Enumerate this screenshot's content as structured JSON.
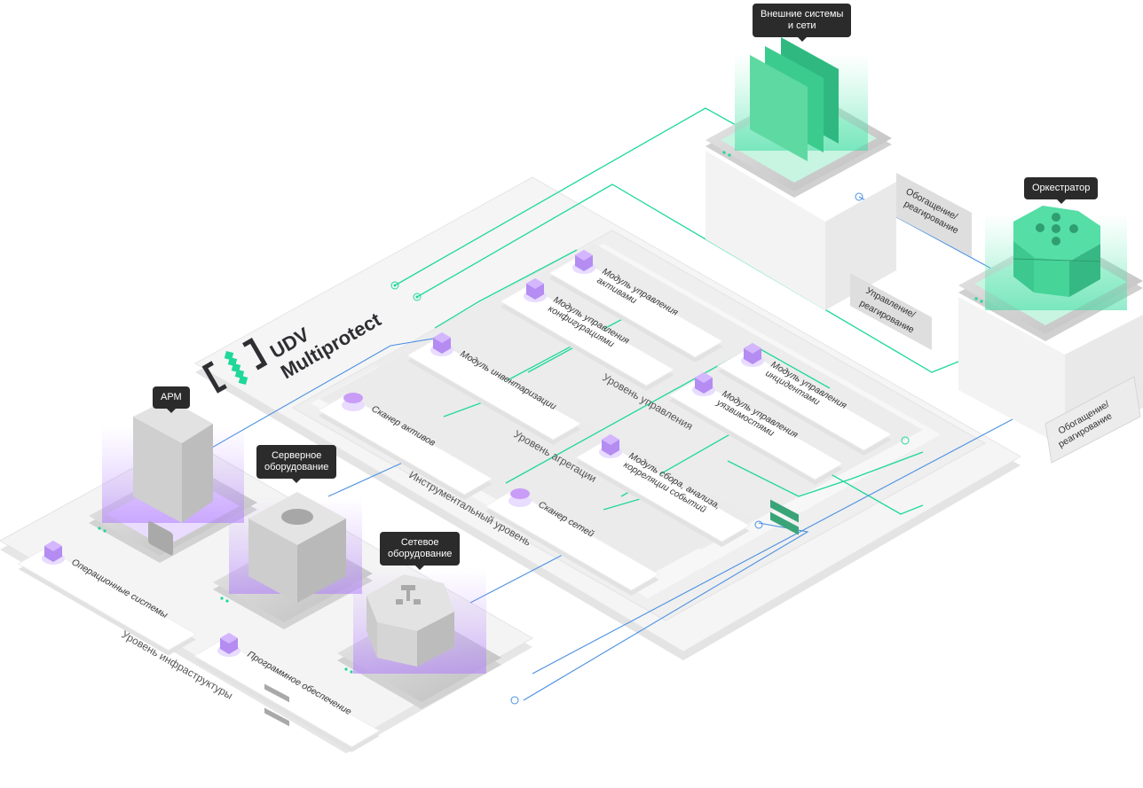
{
  "brand": {
    "line1": "UDV",
    "line2": "Multiprotect",
    "accent_color": "#1fd89a"
  },
  "colors": {
    "green_link": "#1fd89a",
    "blue_link": "#4a90e2",
    "module_icon": "#b48cf2",
    "tooltip_bg": "#2b2b2b",
    "platform": "#f2f2f2",
    "card": "#ffffff",
    "badge": "#e3e3e3"
  },
  "tooltips": {
    "external": "Внешние системы\nи сети",
    "orchestrator": "Оркестратор",
    "workstation": "АРМ",
    "server": "Серверное\nоборудование",
    "network": "Сетевое\nоборудование"
  },
  "badges": {
    "enrich_top": "Обогащение/\nреагирование",
    "manage": "Управление/\nреагирование",
    "enrich_right": "Обогащение/\nреагирование"
  },
  "levels": {
    "management": "Уровень управления",
    "aggregation": "Уровень агрегации",
    "instrumental": "Инструментальный уровень",
    "infrastructure": "Уровень инфраструктуры"
  },
  "modules": {
    "assets": [
      "Модуль управления",
      "активами"
    ],
    "configs": [
      "Модуль управления",
      "конфигурациями"
    ],
    "incidents": [
      "Модуль управления",
      "инцидентами"
    ],
    "vulns": [
      "Модуль управления",
      "уязвимостями"
    ],
    "inventory": [
      "Модуль инвентаризации"
    ],
    "siem": [
      "Модуль сбора, анализа,",
      "корреляции событий"
    ],
    "asset_scanner": [
      "Сканер активов"
    ],
    "net_scanner": [
      "Сканер сетей"
    ],
    "os": [
      "Операционные системы"
    ],
    "software": [
      "Программное обеспечение"
    ]
  }
}
